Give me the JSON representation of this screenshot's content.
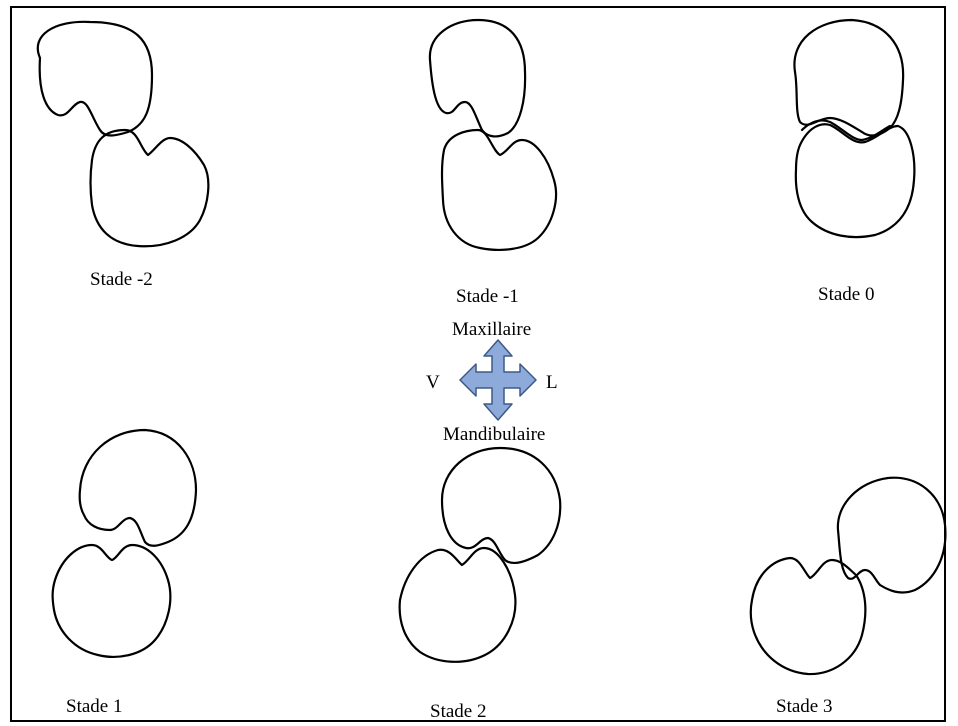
{
  "stages": [
    {
      "label": "Stade -2"
    },
    {
      "label": "Stade -1"
    },
    {
      "label": "Stade 0"
    },
    {
      "label": "Stade 1"
    },
    {
      "label": "Stade 2"
    },
    {
      "label": "Stade 3"
    }
  ],
  "compass": {
    "top": "Maxillaire",
    "bottom": "Mandibulaire",
    "left": "V",
    "right": "L",
    "arrow_color": "#8eaadb",
    "arrow_stroke": "#3d5a87"
  }
}
